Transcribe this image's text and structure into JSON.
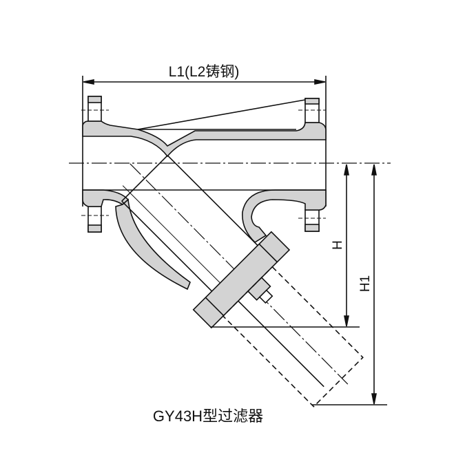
{
  "title": "GY43H型过滤器",
  "dimensions": {
    "length_label": "L1(L2铸钢)",
    "height_label": "H",
    "height1_label": "H1"
  },
  "colors": {
    "body_fill": "#d3d3d3",
    "line": "#111111"
  }
}
